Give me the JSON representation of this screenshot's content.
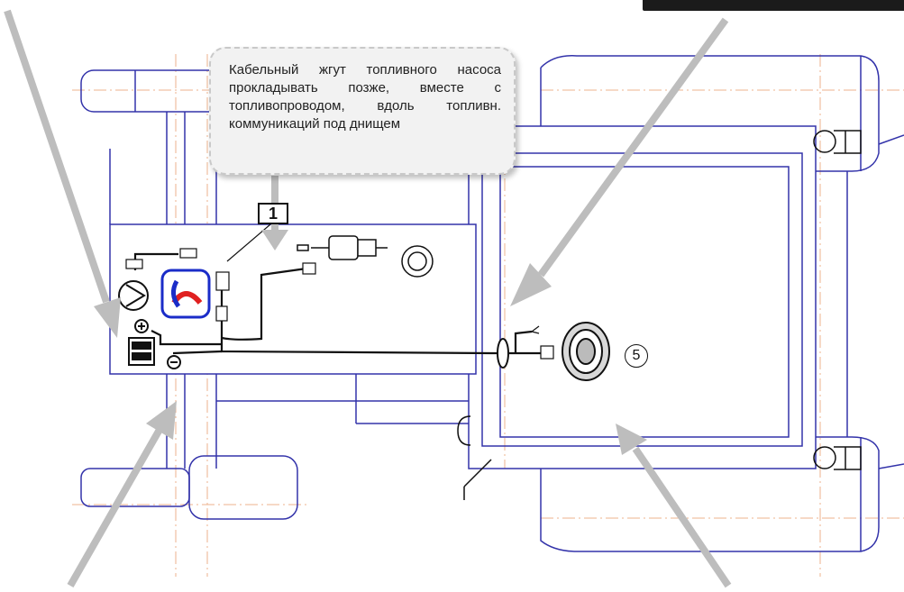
{
  "callout": {
    "text": "Кабельный жгут топливного насоса прокладывать позже, вместе с топливопроводом, вдоль топливн. коммуникаций под днищем"
  },
  "labels": {
    "part_number": "1",
    "circled_number": "5"
  },
  "colors": {
    "outline_blue": "#3333aa",
    "centerline_orange": "#e8a070",
    "arrow_gray": "#bdbdbd",
    "wire_black": "#111111",
    "heater_red": "#e02020",
    "heater_blue": "#1a2cc8"
  },
  "icons": [
    "water-pump-icon",
    "heater-icon",
    "fuel-pump-icon",
    "battery-icon",
    "control-unit-icon",
    "connector-icon",
    "exhaust-icon"
  ]
}
